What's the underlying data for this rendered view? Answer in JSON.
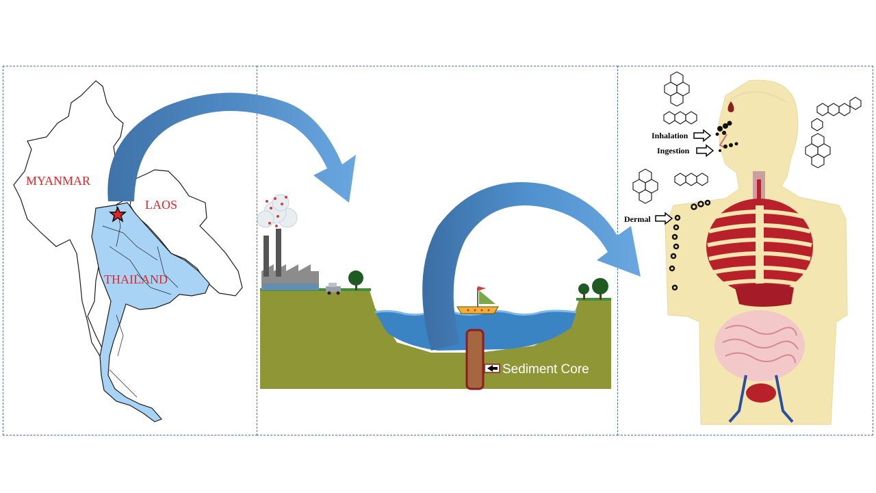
{
  "map": {
    "countries": {
      "myanmar": "MYANMAR",
      "laos": "LAOS",
      "thailand": "THAILAND"
    },
    "marker_icon": "red-star-icon",
    "colors": {
      "thailand_fill": "#a9d3f5",
      "label": "#e0282a",
      "outline": "#1b1b1b"
    }
  },
  "lake": {
    "core_label": "Sediment Core",
    "colors": {
      "ground": "#8f9636",
      "water": "#3a84c4",
      "core": "#8b1e1e"
    }
  },
  "body": {
    "exposure_routes": [
      "Inhalation",
      "Ingestion",
      "Dermal"
    ],
    "colors": {
      "skin": "#f3e6b0",
      "organs": "#b8202a"
    }
  },
  "arrows": {
    "color": "#5b9bd5",
    "dark": "#3f73a8"
  }
}
